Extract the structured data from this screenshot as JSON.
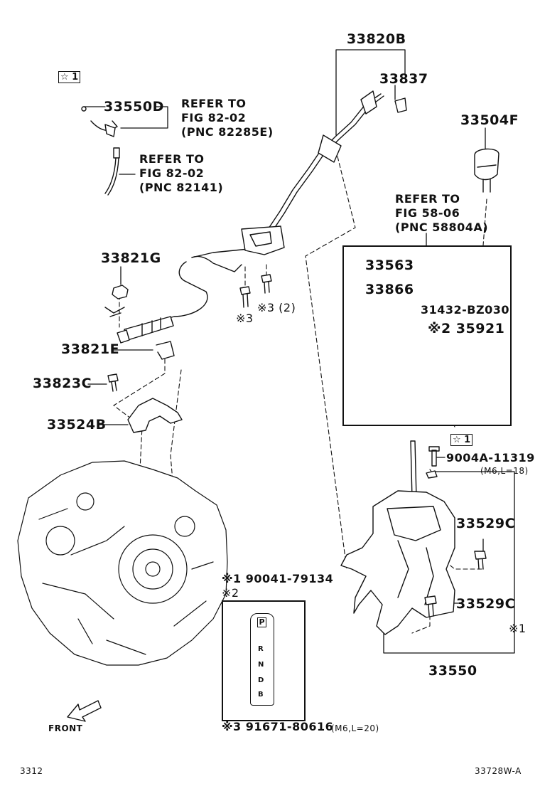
{
  "labels": {
    "p33820B": "33820B",
    "p33837": "33837",
    "p33504F": "33504F",
    "p33550D": "33550D",
    "ref1": "REFER TO\nFIG 82-02\n(PNC 82285E)",
    "ref2": "REFER TO\nFIG 82-02\n(PNC 82141)",
    "ref3": "REFER TO\nFIG 58-06\n(PNC 58804A)",
    "p33821G": "33821G",
    "p33821E": "33821E",
    "p33823C": "33823C",
    "p33524B": "33524B",
    "p33563": "33563",
    "p33866": "33866",
    "p31432": "31432-BZ030",
    "p35921": "※2 35921",
    "p9004A": "9004A-11319",
    "p9004A_sub": "(M6,L=18)",
    "p33529C_a": "33529C",
    "p33529C_b": "33529C",
    "p33550": "33550",
    "note3a": "※3",
    "note3b": "※3 (2)",
    "note1side": "※1",
    "star1": "☆ 1",
    "star1b": "☆ 1",
    "note1": "※1  90041-79134",
    "note2": "※2",
    "note3": "※3  91671-80616",
    "note3_sub": "(M6,L=20)",
    "front": "FRONT",
    "footer_left": "3312",
    "footer_right": "33728W-A"
  },
  "gate": [
    "P",
    "R",
    "N",
    "D",
    "B"
  ]
}
